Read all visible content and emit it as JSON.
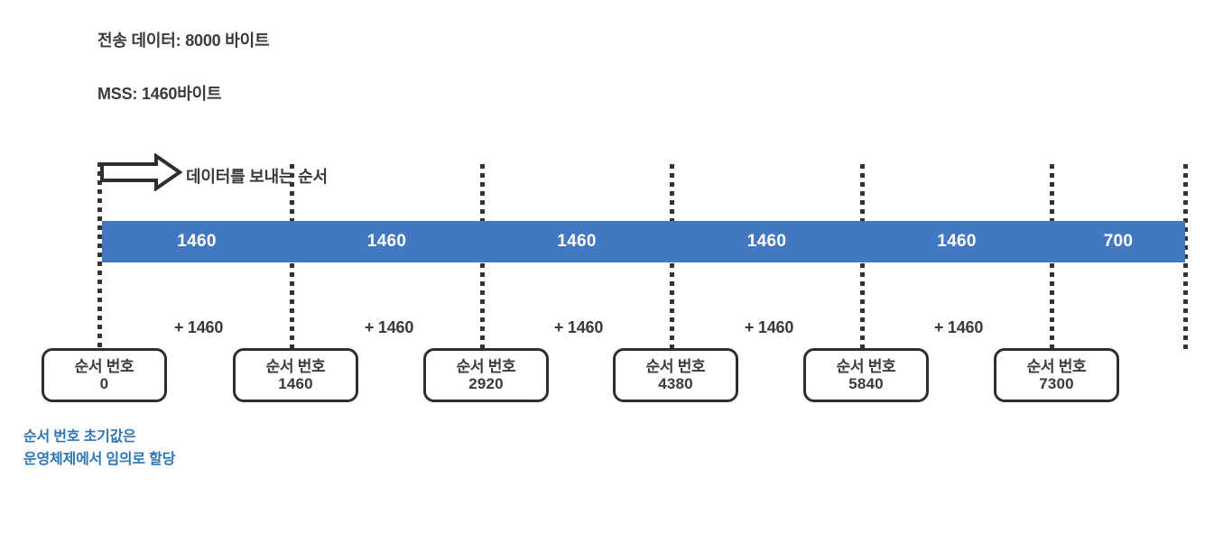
{
  "diagram": {
    "header": {
      "line1": "전송 데이터: 8000 바이트",
      "line2": "MSS: 1460바이트"
    },
    "flow": {
      "arrow_icon": "right-block-arrow-icon",
      "label": "데이터를 보내는 순서"
    },
    "bar": {
      "fill_color": "#4277c2",
      "text_color": "#ffffff",
      "segments": [
        {
          "label": "1460",
          "bytes": 1460
        },
        {
          "label": "1460",
          "bytes": 1460
        },
        {
          "label": "1460",
          "bytes": 1460
        },
        {
          "label": "1460",
          "bytes": 1460
        },
        {
          "label": "1460",
          "bytes": 1460
        },
        {
          "label": "700",
          "bytes": 700
        }
      ]
    },
    "increments": [
      {
        "label": "+ 1460"
      },
      {
        "label": "+ 1460"
      },
      {
        "label": "+ 1460"
      },
      {
        "label": "+ 1460"
      },
      {
        "label": "+ 1460"
      }
    ],
    "seq_boxes": [
      {
        "title": "순서 번호",
        "value": "0"
      },
      {
        "title": "순서 번호",
        "value": "1460"
      },
      {
        "title": "순서 번호",
        "value": "2920"
      },
      {
        "title": "순서 번호",
        "value": "4380"
      },
      {
        "title": "순서 번호",
        "value": "5840"
      },
      {
        "title": "순서 번호",
        "value": "7300"
      }
    ],
    "note": {
      "color": "#2e75b6",
      "line1": "순서 번호 초기값은",
      "line2": "운영체제에서 임의로 할당"
    }
  }
}
